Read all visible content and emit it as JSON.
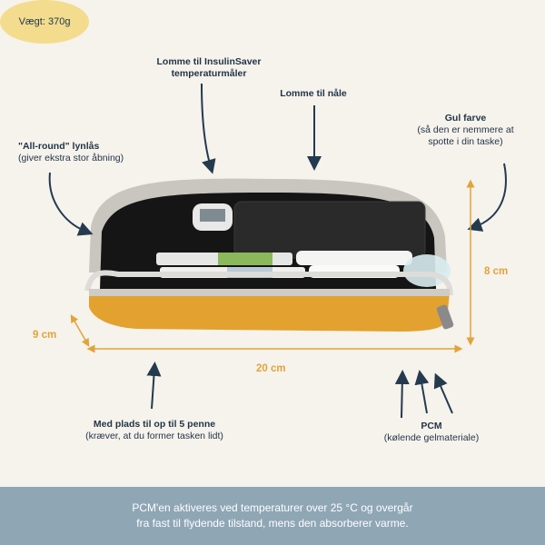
{
  "weight": "Vægt: 370g",
  "labels": {
    "thermo_l1": "Lomme til InsulinSaver",
    "thermo_l2": "temperaturmåler",
    "needle": "Lomme til nåle",
    "zip_title": "\"All-round\" lynlås",
    "zip_sub": "(giver ekstra stor åbning)",
    "color_title": "Gul farve",
    "color_sub1": "(så den er nemmere at",
    "color_sub2": "spotte i din taske)",
    "pens_title": "Med plads til op til 5 penne",
    "pens_sub": "(kræver, at du former tasken lidt)",
    "pcm_title": "PCM",
    "pcm_sub": "(kølende gelmateriale)"
  },
  "dimensions": {
    "height": "8 cm",
    "depth": "9 cm",
    "width": "20 cm"
  },
  "footer": {
    "line1": "PCM'en aktiveres ved temperaturer over 25 °C og overgår",
    "line2": "fra fast til flydende tilstand, mens den absorberer varme."
  },
  "colors": {
    "accent_dim": "#e0a43a",
    "badge": "#f3dc8d",
    "footer_bg": "#8fa6b5",
    "case_yellow": "#e3a12f"
  }
}
